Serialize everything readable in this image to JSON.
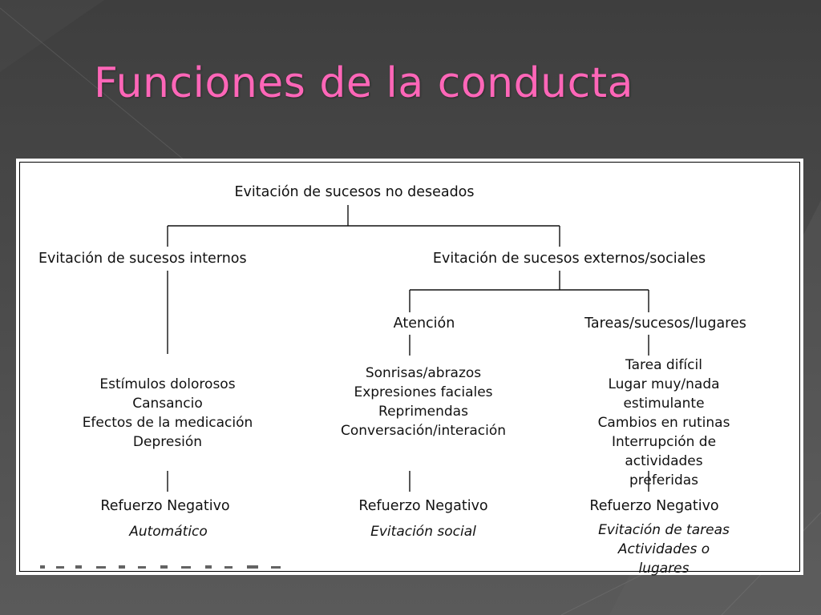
{
  "slide": {
    "title": "Funciones de la conducta",
    "title_color": "#ff66b8"
  },
  "diagram": {
    "root": "Evitación de sucesos no deseados",
    "internal": {
      "label": "Evitación de sucesos internos",
      "items": "Estímulos dolorosos\nCansancio\nEfectos de la medicación\nDepresión",
      "reinforcement": "Refuerzo Negativo",
      "reinforcement_type": "Automático"
    },
    "external": {
      "label": "Evitación de sucesos externos/sociales",
      "attention": {
        "label": "Atención",
        "items": "Sonrisas/abrazos\nExpresiones faciales\nReprimendas\nConversación/interación",
        "reinforcement": "Refuerzo Negativo",
        "reinforcement_type": "Evitación social"
      },
      "tasks": {
        "label": "Tareas/sucesos/lugares",
        "items": "Tarea difícil\nLugar muy/nada\nestimulante\nCambios en rutinas\nInterrupción de\nactividades preferidas",
        "reinforcement": "Refuerzo Negativo",
        "reinforcement_type": "Evitación de tareas\nActividades o lugares"
      }
    }
  }
}
